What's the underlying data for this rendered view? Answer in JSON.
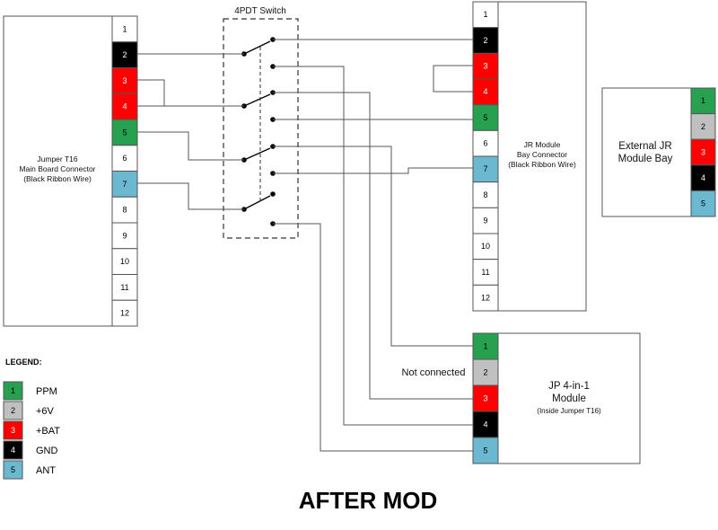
{
  "colors": {
    "ppm": "#27a04f",
    "v6": "#c0c0c0",
    "bat": "#ff0000",
    "gnd": "#000000",
    "ant": "#6bb8d1",
    "none": "#ffffff"
  },
  "switch": {
    "title": "4PDT Switch"
  },
  "t16": {
    "title": "Jumper T16",
    "line2": "Main Board Connector",
    "line3": "(Black Ribbon Wire)",
    "pins": [
      {
        "num": "1",
        "color": "none"
      },
      {
        "num": "2",
        "color": "gnd"
      },
      {
        "num": "3",
        "color": "bat"
      },
      {
        "num": "4",
        "color": "bat"
      },
      {
        "num": "5",
        "color": "ppm"
      },
      {
        "num": "6",
        "color": "none"
      },
      {
        "num": "7",
        "color": "ant"
      },
      {
        "num": "8",
        "color": "none"
      },
      {
        "num": "9",
        "color": "none"
      },
      {
        "num": "10",
        "color": "none"
      },
      {
        "num": "11",
        "color": "none"
      },
      {
        "num": "12",
        "color": "none"
      }
    ]
  },
  "jr_bay": {
    "title": "JR Module",
    "line2": "Bay Connector",
    "line3": "(Black Ribbon Wire)",
    "pins": [
      {
        "num": "1",
        "color": "none"
      },
      {
        "num": "2",
        "color": "gnd"
      },
      {
        "num": "3",
        "color": "bat"
      },
      {
        "num": "4",
        "color": "bat"
      },
      {
        "num": "5",
        "color": "ppm"
      },
      {
        "num": "6",
        "color": "none"
      },
      {
        "num": "7",
        "color": "ant"
      },
      {
        "num": "8",
        "color": "none"
      },
      {
        "num": "9",
        "color": "none"
      },
      {
        "num": "10",
        "color": "none"
      },
      {
        "num": "11",
        "color": "none"
      },
      {
        "num": "12",
        "color": "none"
      }
    ]
  },
  "external": {
    "line1": "External JR",
    "line2": "Module Bay",
    "pins": [
      {
        "num": "1",
        "color": "ppm"
      },
      {
        "num": "2",
        "color": "v6"
      },
      {
        "num": "3",
        "color": "bat"
      },
      {
        "num": "4",
        "color": "gnd"
      },
      {
        "num": "5",
        "color": "ant"
      }
    ]
  },
  "jp": {
    "line1": "JP 4-in-1",
    "line2": "Module",
    "line3": "(Inside Jumper T16)",
    "not_connected": "Not connected",
    "pins": [
      {
        "num": "1",
        "color": "ppm"
      },
      {
        "num": "2",
        "color": "v6"
      },
      {
        "num": "3",
        "color": "bat"
      },
      {
        "num": "4",
        "color": "gnd"
      },
      {
        "num": "5",
        "color": "ant"
      }
    ]
  },
  "legend": {
    "title": "LEGEND:",
    "items": [
      {
        "num": "1",
        "color": "ppm",
        "label": "PPM"
      },
      {
        "num": "2",
        "color": "v6",
        "label": "+6V"
      },
      {
        "num": "3",
        "color": "bat",
        "label": "+BAT"
      },
      {
        "num": "4",
        "color": "gnd",
        "label": "GND"
      },
      {
        "num": "5",
        "color": "ant",
        "label": "ANT"
      }
    ]
  },
  "footer": {
    "title": "AFTER MOD"
  }
}
